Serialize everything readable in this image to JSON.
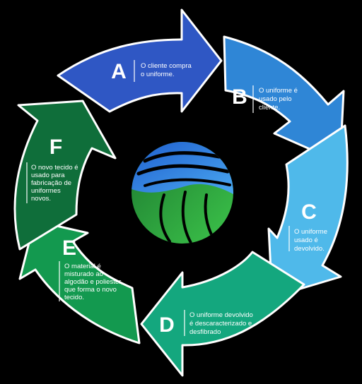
{
  "steps": [
    {
      "letter": "A",
      "lines": [
        "O cliente compra",
        "o uniforme."
      ],
      "color": "#2f57c4"
    },
    {
      "letter": "B",
      "lines": [
        "O uniforme é",
        "usado pelo",
        "cliente."
      ],
      "color": "#2f86d6"
    },
    {
      "letter": "C",
      "lines": [
        "O uniforme",
        "usado é",
        "devolvido."
      ],
      "color": "#4fb9ea"
    },
    {
      "letter": "D",
      "lines": [
        "O uniforme devolvido",
        "é descaracterizado e",
        "desfibrado"
      ],
      "color": "#14a77e"
    },
    {
      "letter": "E",
      "lines": [
        "O material é",
        "misturado ao",
        "algodão e poliester,",
        "que forma o novo",
        "tecido."
      ],
      "color": "#13994f"
    },
    {
      "letter": "F",
      "lines": [
        "O novo tecido é",
        "usado para",
        "fabricação de",
        "uniformes",
        "novos."
      ],
      "color": "#0f6e3a"
    }
  ],
  "logo": {
    "colors": {
      "blue": "#2a7fe0",
      "green": "#2fae3e"
    }
  }
}
